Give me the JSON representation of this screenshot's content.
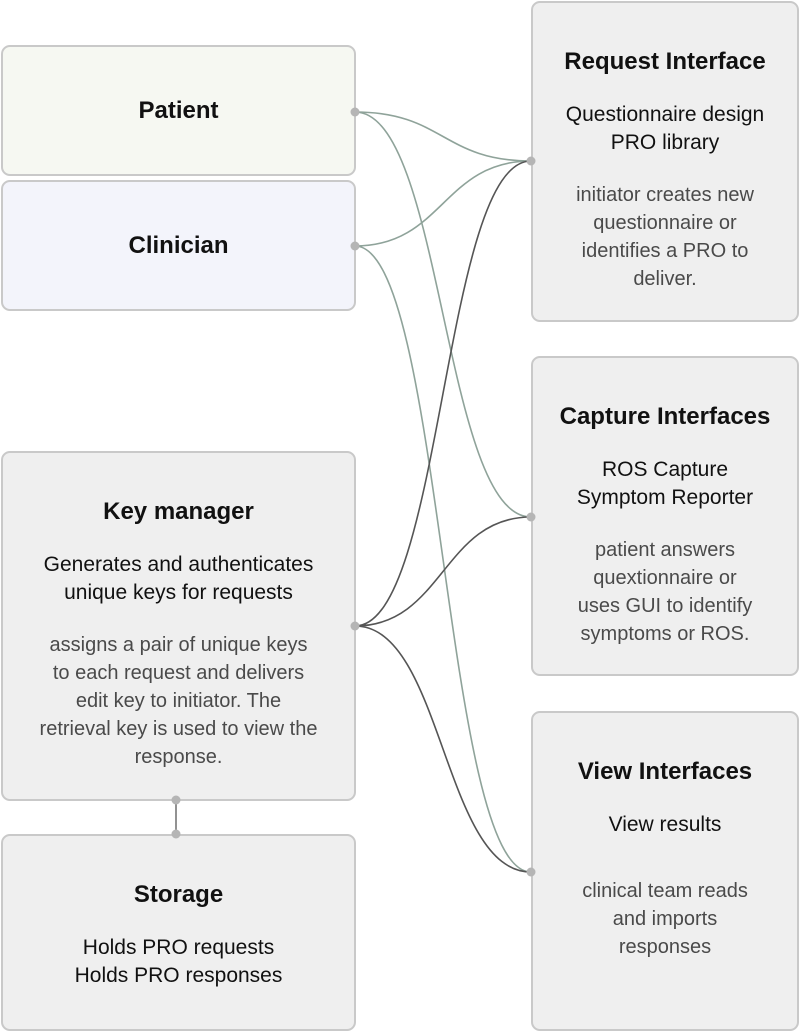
{
  "nodes": {
    "patient": {
      "title": "Patient"
    },
    "clinician": {
      "title": "Clinician"
    },
    "key_manager": {
      "title": "Key manager",
      "subtitle": [
        "Generates and authenticates",
        "unique keys for requests"
      ],
      "description": [
        "assigns a pair of unique keys",
        "to each request and delivers",
        "edit key to initiator. The",
        "retrieval key is used to view the",
        "response."
      ]
    },
    "storage": {
      "title": "Storage",
      "subtitle": [
        "Holds PRO requests",
        "Holds PRO responses"
      ]
    },
    "request_interface": {
      "title": "Request Interface",
      "subtitle": [
        "Questionnaire design",
        "PRO library"
      ],
      "description": [
        "initiator creates new",
        "questionnaire or",
        "identifies a PRO to",
        "deliver."
      ]
    },
    "capture_interfaces": {
      "title": "Capture Interfaces",
      "subtitle": [
        "ROS Capture",
        "Symptom Reporter"
      ],
      "description": [
        "patient answers",
        "quextionnaire or",
        "uses GUI to identify",
        "symptoms or ROS."
      ]
    },
    "view_interfaces": {
      "title": "View Interfaces",
      "subtitle": [
        "View results"
      ],
      "description": [
        "clinical team reads",
        "and imports",
        "responses"
      ]
    }
  },
  "edges": [
    {
      "from": "patient",
      "to": "request_interface",
      "color": "#8fa39a"
    },
    {
      "from": "patient",
      "to": "capture_interfaces",
      "color": "#8fa39a"
    },
    {
      "from": "clinician",
      "to": "request_interface",
      "color": "#8fa39a"
    },
    {
      "from": "clinician",
      "to": "view_interfaces",
      "color": "#8fa39a"
    },
    {
      "from": "key_manager",
      "to": "request_interface",
      "color": "#555555"
    },
    {
      "from": "key_manager",
      "to": "capture_interfaces",
      "color": "#555555"
    },
    {
      "from": "key_manager",
      "to": "view_interfaces",
      "color": "#555555"
    },
    {
      "from": "key_manager",
      "to": "storage",
      "color": "#777777"
    }
  ],
  "colors": {
    "box_border": "#c9c9c9",
    "box_fill": "#efefef",
    "patient_fill": "#f6f8f2",
    "clinician_fill": "#f3f4fb",
    "port": "#b5b5b5"
  }
}
